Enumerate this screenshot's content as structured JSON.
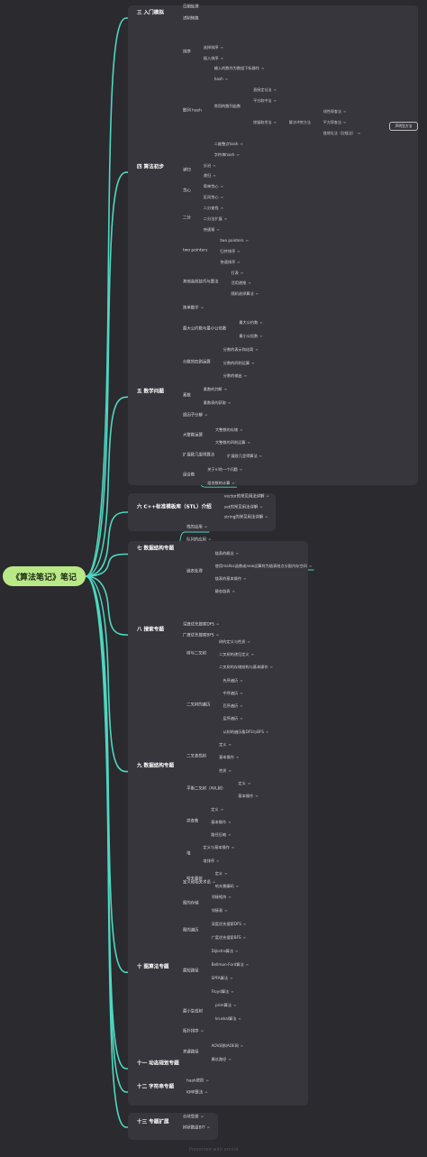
{
  "root": {
    "label": "《算法笔记》笔记"
  },
  "footer": "Presented with xmind",
  "summary": {
    "label": "声明型方法"
  },
  "tree": [
    {
      "label": "三 入门模拟",
      "children": [
        {
          "label": "日期处理"
        },
        {
          "label": "进制转换"
        }
      ]
    },
    {
      "label": "四 算法初步",
      "children": [
        {
          "label": "排序",
          "children": [
            {
              "label": "选择排序",
              "note": true
            },
            {
              "label": "插入排序",
              "note": true
            }
          ]
        },
        {
          "label": "散列 hash",
          "children": [
            {
              "label": "输入的数作为数组下标操作",
              "note": true
            },
            {
              "label": "hash",
              "note": true
            },
            {
              "label": "常用的散列函数",
              "children": [
                {
                  "label": "直接定址法",
                  "note": true
                },
                {
                  "label": "平方取中法",
                  "note": true
                },
                {
                  "label": "除留取余法",
                  "note": true,
                  "children": [
                    {
                      "label": "解决冲突方法",
                      "children": [
                        {
                          "label": "线性探查法",
                          "note": true
                        },
                        {
                          "label": "平方探查法",
                          "note": true
                        },
                        {
                          "label": "链地址法（拉链法）",
                          "note": true
                        }
                      ]
                    }
                  ]
                }
              ]
            },
            {
              "label": "二维整点hash",
              "note": true
            },
            {
              "label": "字符串hash",
              "note": true
            }
          ]
        },
        {
          "label": "递归",
          "children": [
            {
              "label": "分治",
              "note": true
            },
            {
              "label": "递归",
              "note": true
            }
          ]
        },
        {
          "label": "贪心",
          "children": [
            {
              "label": "简单贪心",
              "note": true
            },
            {
              "label": "区间贪心",
              "note": true
            }
          ]
        },
        {
          "label": "二分",
          "children": [
            {
              "label": "二分查找",
              "note": true
            },
            {
              "label": "二分法扩展",
              "note": true
            },
            {
              "label": "快速幂",
              "note": true
            }
          ]
        },
        {
          "label": "two pointers",
          "children": [
            {
              "label": "two pointers",
              "note": true
            },
            {
              "label": "归并排序",
              "note": true
            },
            {
              "label": "快速排序",
              "note": true
            }
          ]
        },
        {
          "label": "其他高效技巧与算法",
          "children": [
            {
              "label": "打表",
              "note": true
            },
            {
              "label": "活用递推",
              "note": true
            },
            {
              "label": "随机选择算法",
              "note": true
            }
          ]
        }
      ]
    },
    {
      "label": "五 数学问题",
      "children": [
        {
          "label": "简单数学",
          "note": true
        },
        {
          "label": "最大公约数与最小公倍数",
          "children": [
            {
              "label": "最大公约数",
              "note": true
            },
            {
              "label": "最小公倍数",
              "note": true
            }
          ]
        },
        {
          "label": "分数的四则运算",
          "children": [
            {
              "label": "分数的表示和化简",
              "note": true
            },
            {
              "label": "分数的四则运算",
              "note": true
            },
            {
              "label": "分数的输出",
              "note": true
            }
          ]
        },
        {
          "label": "素数",
          "children": [
            {
              "label": "素数的判断",
              "note": true
            },
            {
              "label": "素数表的获取",
              "note": true
            }
          ]
        },
        {
          "label": "质因子分解",
          "note": true
        },
        {
          "label": "大整数运算",
          "children": [
            {
              "label": "大整数的存储",
              "note": true
            },
            {
              "label": "大整数的四则运算",
              "note": true
            }
          ]
        },
        {
          "label": "扩展欧几里得算法",
          "children": [
            {
              "label": "扩展欧几里得算法",
              "note": true
            }
          ]
        },
        {
          "label": "组合数",
          "children": [
            {
              "label": "关于n!的一个问题",
              "note": true
            },
            {
              "label": "组合数的计算",
              "note": true
            }
          ]
        }
      ]
    },
    {
      "label": "六 C++标准模板库（STL）介绍",
      "children": [
        {
          "label": "vector的常见用法详解",
          "note": true
        },
        {
          "label": "set的常见用法详解",
          "note": true
        },
        {
          "label": "string的常见用法详解",
          "note": true
        }
      ]
    },
    {
      "label": "七 数据结构专题",
      "children": [
        {
          "label": "栈的应用",
          "note": true
        },
        {
          "label": "队列的应用",
          "note": true
        },
        {
          "label": "链表处理",
          "children": [
            {
              "label": "链表的概念",
              "note": true
            },
            {
              "label": "使用malloc函数或new运算符为链表结点分配内存空间",
              "note": true
            },
            {
              "label": "链表的基本操作",
              "note": true
            },
            {
              "label": "静态链表",
              "note": true
            }
          ]
        }
      ]
    },
    {
      "label": "八 搜索专题",
      "children": [
        {
          "label": "深度优先搜索DFS",
          "note": true
        },
        {
          "label": "广度优先搜索BFS",
          "note": true
        }
      ]
    },
    {
      "label": "九 数据结构专题",
      "children": [
        {
          "label": "树与二叉树",
          "children": [
            {
              "label": "树的定义与性质",
              "note": true
            },
            {
              "label": "二叉树的递归定义",
              "note": true
            },
            {
              "label": "二叉树的存储结构与基本操作",
              "note": true
            }
          ]
        },
        {
          "label": "二叉树的遍历",
          "children": [
            {
              "label": "先序遍历",
              "note": true
            },
            {
              "label": "中序遍历",
              "note": true
            },
            {
              "label": "后序遍历",
              "note": true
            },
            {
              "label": "层序遍历",
              "note": true
            },
            {
              "label": "从树的遍历看DFS与BFS",
              "note": true
            }
          ]
        },
        {
          "label": "二叉查找树",
          "children": [
            {
              "label": "定义",
              "note": true
            },
            {
              "label": "基本操作",
              "note": true
            },
            {
              "label": "性质",
              "note": true
            }
          ]
        },
        {
          "label": "平衡二叉树（AVL树）",
          "children": [
            {
              "label": "定义",
              "note": true
            },
            {
              "label": "基本操作",
              "note": true
            }
          ]
        },
        {
          "label": "并查集",
          "children": [
            {
              "label": "定义",
              "note": true
            },
            {
              "label": "基本操作",
              "note": true
            },
            {
              "label": "路径压缩",
              "note": true
            }
          ]
        },
        {
          "label": "堆",
          "children": [
            {
              "label": "定义与基本操作",
              "note": true
            },
            {
              "label": "堆排序",
              "note": true
            }
          ]
        },
        {
          "label": "哈夫曼树",
          "children": [
            {
              "label": "定义",
              "note": true
            },
            {
              "label": "哈夫曼编码",
              "note": true
            }
          ]
        }
      ]
    },
    {
      "label": "十 图算法专题",
      "children": [
        {
          "label": "定义和相关术语",
          "note": true
        },
        {
          "label": "图的存储",
          "children": [
            {
              "label": "邻接矩阵",
              "note": true
            },
            {
              "label": "邻接表",
              "note": true
            }
          ]
        },
        {
          "label": "图的遍历",
          "children": [
            {
              "label": "深度优先搜索DFS",
              "note": true
            },
            {
              "label": "广度优先搜索BFS",
              "note": true
            }
          ]
        },
        {
          "label": "最短路径",
          "children": [
            {
              "label": "Dijkstra算法",
              "note": true
            },
            {
              "label": "Bellman-Ford算法",
              "note": true
            },
            {
              "label": "SPFA算法",
              "note": true
            },
            {
              "label": "Floyd算法",
              "note": true
            }
          ]
        },
        {
          "label": "最小生成树",
          "children": [
            {
              "label": "prim算法",
              "note": true
            },
            {
              "label": "kruskal算法",
              "note": true
            }
          ]
        },
        {
          "label": "拓扑排序",
          "note": true
        },
        {
          "label": "关键路径",
          "children": [
            {
              "label": "AOV网和AOE网",
              "note": true
            },
            {
              "label": "最长路径",
              "note": true
            }
          ]
        }
      ]
    },
    {
      "label": "十一 动态规划专题"
    },
    {
      "label": "十二 字符串专题",
      "children": [
        {
          "label": "hash进阶",
          "note": true
        },
        {
          "label": "KMP算法",
          "note": true
        }
      ]
    },
    {
      "label": "十三 专题扩展",
      "children": [
        {
          "label": "分块思想",
          "note": true
        },
        {
          "label": "树状数组BIT",
          "note": true
        }
      ]
    }
  ]
}
